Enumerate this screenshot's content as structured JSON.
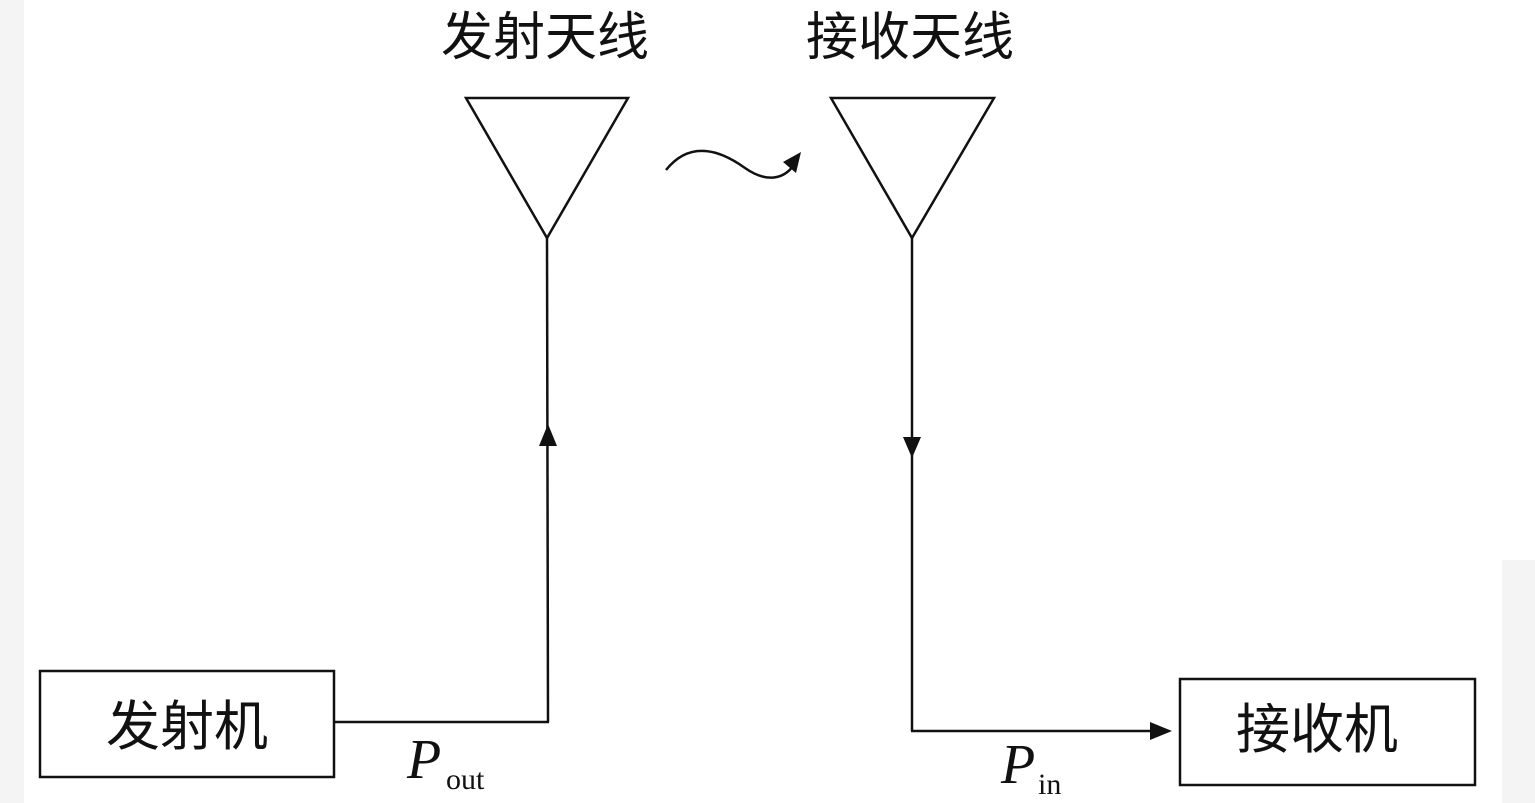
{
  "labels": {
    "tx_antenna": "发射天线",
    "rx_antenna": "接收天线",
    "transmitter": "发射机",
    "receiver": "接收机",
    "p_out_symbol": "P",
    "p_out_subscript": "out",
    "p_in_symbol": "P",
    "p_in_subscript": "in"
  },
  "colors": {
    "line": "#111111",
    "background": "#ffffff"
  },
  "icons": {
    "tx_antenna": "antenna-triangle-icon",
    "rx_antenna": "antenna-triangle-icon",
    "propagation": "wave-arrow-icon",
    "flow_up": "arrowhead-up-icon",
    "flow_down": "arrowhead-down-icon",
    "flow_right": "arrowhead-right-icon"
  }
}
